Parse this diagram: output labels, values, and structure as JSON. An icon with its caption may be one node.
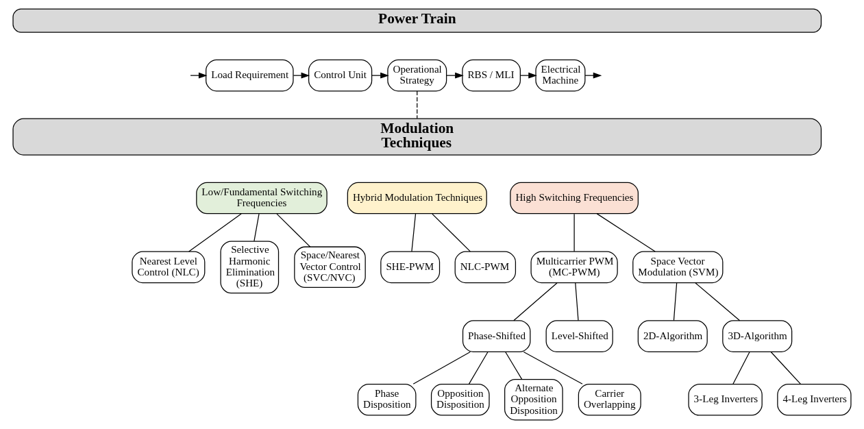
{
  "diagram": {
    "nodes": [
      {
        "text": [
          "Power Train"
        ]
      },
      {
        "text": [
          "Load Requirement"
        ]
      },
      {
        "text": [
          "Control Unit"
        ]
      },
      {
        "text": [
          "Operational Strategy"
        ]
      },
      {
        "text": [
          "RBS / MLI"
        ]
      },
      {
        "text": [
          "Electrical Machine"
        ]
      },
      {
        "text": [
          "Modulation Techniques"
        ]
      },
      {
        "text": [
          "Low/Fundamental Switching Frequencies"
        ]
      },
      {
        "text": [
          "Hybrid Modulation Techniques"
        ]
      },
      {
        "text": [
          "High Switching Frequencies"
        ]
      },
      {
        "text": [
          "Nearest Level Control (NLC)"
        ]
      },
      {
        "text": [
          "Selective Harmonic Elimination (SHE)"
        ]
      },
      {
        "text": [
          "Space/Nearest Vector Control (SVC/NVC)"
        ]
      },
      {
        "text": [
          "SHE-PWM"
        ]
      },
      {
        "text": [
          "NLC-PWM"
        ]
      },
      {
        "text": [
          "Multicarrier PWM (MC-PWM)"
        ]
      },
      {
        "text": [
          "Space Vector Modulation (SVM)"
        ]
      },
      {
        "text": [
          "Phase-Shifted"
        ]
      },
      {
        "text": [
          "Level-Shifted"
        ]
      },
      {
        "text": [
          "2D-Algorithm"
        ]
      },
      {
        "text": [
          "3D-Algorithm"
        ]
      },
      {
        "text": [
          "Phase Disposition"
        ]
      },
      {
        "text": [
          "Opposition Disposition"
        ]
      },
      {
        "text": [
          "Alternate Opposition Disposition"
        ]
      },
      {
        "text": [
          "Carrier Overlapping"
        ]
      },
      {
        "text": [
          "3-Leg Inverters"
        ]
      },
      {
        "text": [
          "4-Leg Inverters"
        ]
      }
    ],
    "edges": [
      {
        "from": null,
        "to": 1,
        "arrow": "to"
      },
      {
        "from": 1,
        "to": 2,
        "arrow": "to"
      },
      {
        "from": 2,
        "to": 3,
        "arrow": "to"
      },
      {
        "from": 3,
        "to": 4,
        "arrow": "to"
      },
      {
        "from": 4,
        "to": 5,
        "arrow": "to"
      },
      {
        "from": 5,
        "to": null,
        "arrow": "to"
      },
      {
        "from": 3,
        "to": 6,
        "arrow": "none",
        "style": "dashed"
      },
      {
        "from": 7,
        "to": 10,
        "arrow": "none"
      },
      {
        "from": 7,
        "to": 11,
        "arrow": "none"
      },
      {
        "from": 7,
        "to": 12,
        "arrow": "none"
      },
      {
        "from": 8,
        "to": 13,
        "arrow": "none"
      },
      {
        "from": 8,
        "to": 14,
        "arrow": "none"
      },
      {
        "from": 9,
        "to": 15,
        "arrow": "none"
      },
      {
        "from": 9,
        "to": 16,
        "arrow": "none"
      },
      {
        "from": 15,
        "to": 17,
        "arrow": "none"
      },
      {
        "from": 15,
        "to": 18,
        "arrow": "none"
      },
      {
        "from": 16,
        "to": 19,
        "arrow": "none"
      },
      {
        "from": 16,
        "to": 20,
        "arrow": "none"
      },
      {
        "from": 17,
        "to": 21,
        "arrow": "none"
      },
      {
        "from": 17,
        "to": 22,
        "arrow": "none"
      },
      {
        "from": 17,
        "to": 23,
        "arrow": "none"
      },
      {
        "from": 17,
        "to": 24,
        "arrow": "none"
      },
      {
        "from": 20,
        "to": 25,
        "arrow": "none"
      },
      {
        "from": 20,
        "to": 26,
        "arrow": "none"
      }
    ]
  }
}
